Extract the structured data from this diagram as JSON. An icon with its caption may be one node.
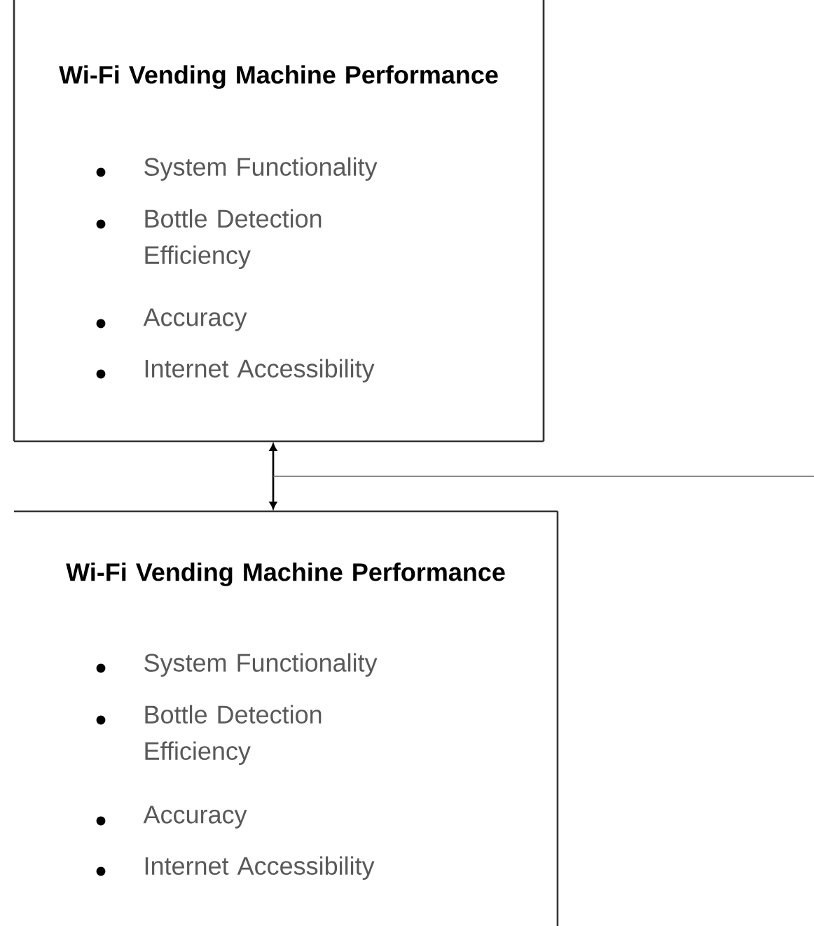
{
  "diagram": {
    "nodes": [
      {
        "text": [
          "Wi-Fi Vending Machine Performance",
          "System Functionality",
          "Bottle Detection Efficiency",
          "Accuracy",
          "Internet Accessibility"
        ]
      },
      {
        "text": [
          "Wi-Fi Vending Machine Performance",
          "System Functionality",
          "Bottle Detection Efficiency",
          "Accuracy",
          "Internet Accessibility"
        ]
      }
    ],
    "edges": [
      {
        "from": 0,
        "to": 1,
        "arrow": "both"
      }
    ]
  }
}
